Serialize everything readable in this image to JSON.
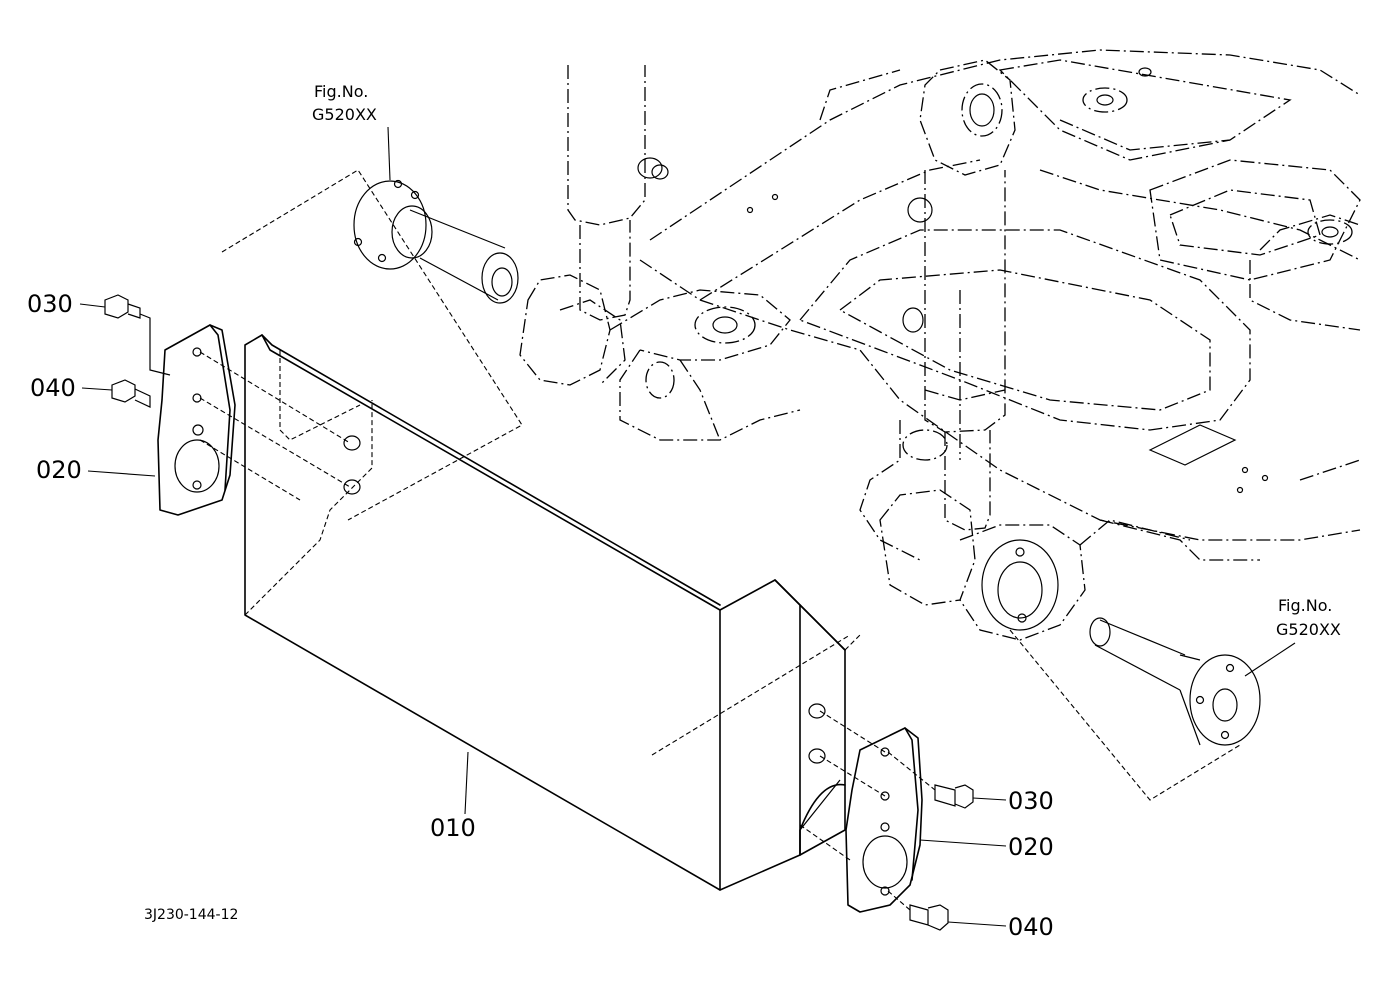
{
  "callouts": {
    "c030_left": "030",
    "c040_left": "040",
    "c020_left": "020",
    "c010": "010",
    "c030_right": "030",
    "c020_right": "020",
    "c040_right": "040"
  },
  "fig_refs": {
    "left": {
      "line1": "Fig.No.",
      "line2": "G520XX"
    },
    "right": {
      "line1": "Fig.No.",
      "line2": "G520XX"
    }
  },
  "document_id": "3J230-144-12"
}
